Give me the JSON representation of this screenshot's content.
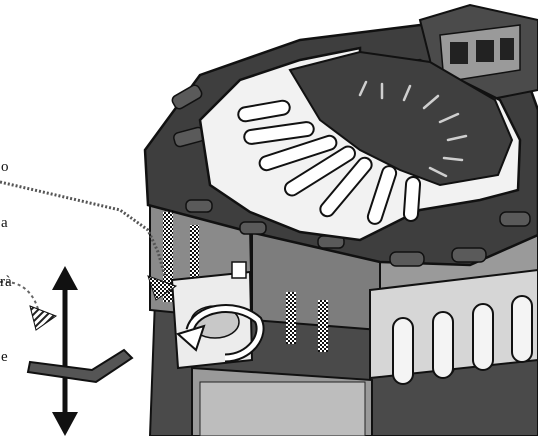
{
  "text_fragments": {
    "line1": "o",
    "line2": "a",
    "line3": "rà",
    "line4": "e"
  },
  "colors": {
    "outline": "#111111",
    "dark_body": "#3a3a3a",
    "mid_gray": "#8c8c8c",
    "light_gray": "#d9d9d9",
    "white": "#ffffff"
  },
  "icons": [
    "vertical-double-arrow-icon",
    "rotate-arrow-icon",
    "hex-key-tool-icon",
    "pointer-dotted-arrow-icon"
  ]
}
